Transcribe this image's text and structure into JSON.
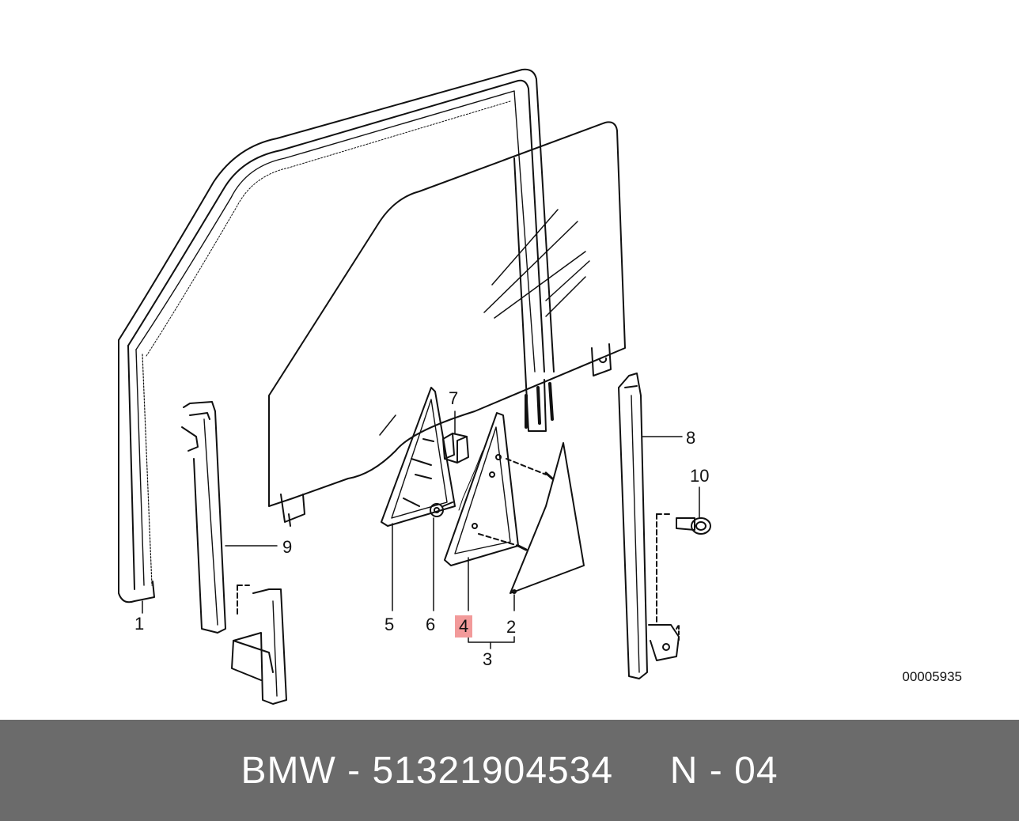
{
  "diagram": {
    "callouts": [
      {
        "id": "c1",
        "label": "1"
      },
      {
        "id": "c2",
        "label": "2"
      },
      {
        "id": "c3",
        "label": "3"
      },
      {
        "id": "c4",
        "label": "4",
        "highlighted": true
      },
      {
        "id": "c5",
        "label": "5"
      },
      {
        "id": "c6",
        "label": "6"
      },
      {
        "id": "c7",
        "label": "7"
      },
      {
        "id": "c8",
        "label": "8"
      },
      {
        "id": "c9",
        "label": "9"
      },
      {
        "id": "c10",
        "label": "10"
      }
    ],
    "image_code": "00005935",
    "highlight_color": "#f29a9a",
    "line_color": "#111111"
  },
  "footer": {
    "brand": "BMW",
    "part_number": "51321904534",
    "position_code": "N - 04",
    "background_color": "#6b6b6b"
  }
}
